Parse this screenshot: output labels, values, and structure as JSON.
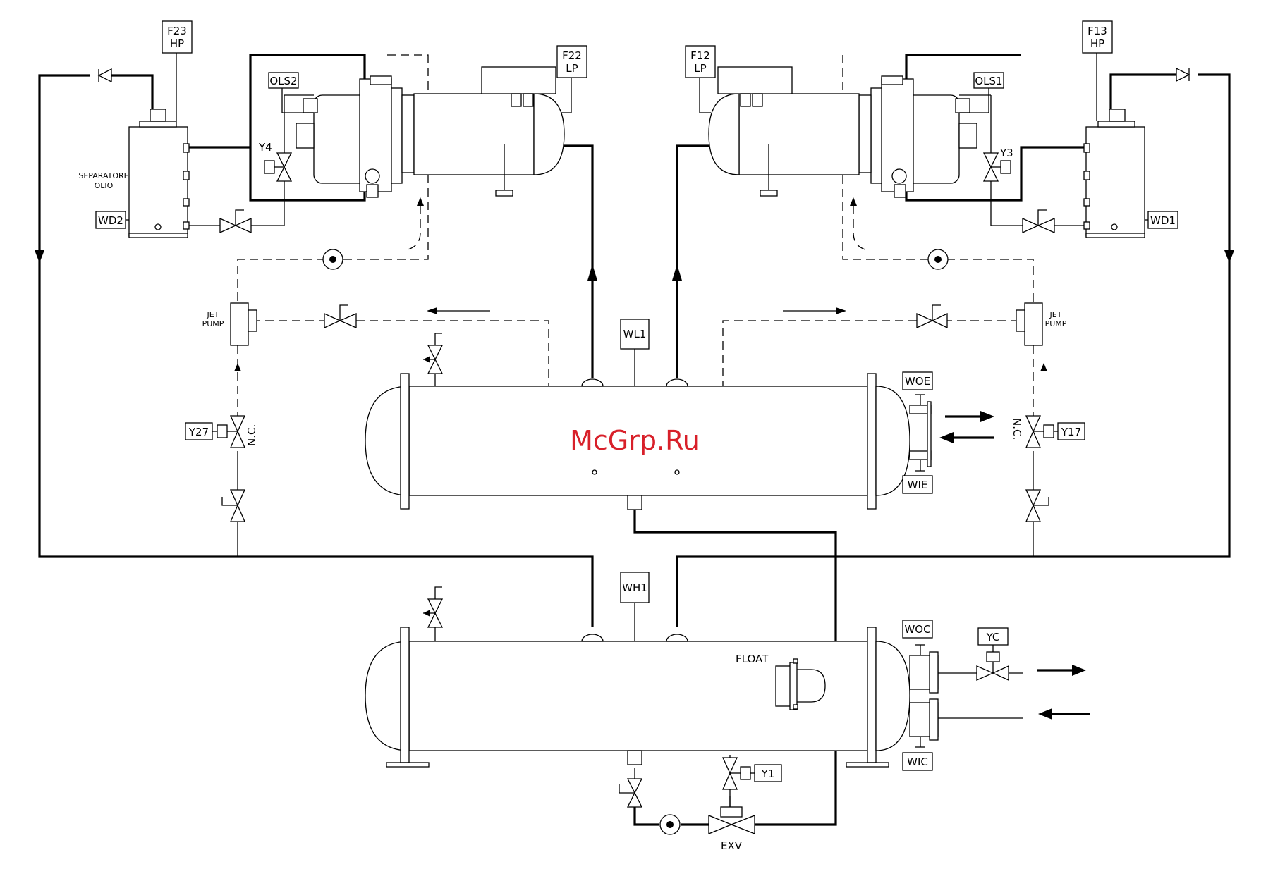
{
  "watermark": "McGrp.Ru",
  "component_labels": {
    "separatore_olio_1": "SEPARATORE",
    "separatore_olio_2": "OLIO",
    "jet_pump_left_1": "JET",
    "jet_pump_left_2": "PUMP",
    "jet_pump_right_1": "JET",
    "jet_pump_right_2": "PUMP",
    "float": "FLOAT",
    "exv": "EXV",
    "nc_left": "N.C.",
    "nc_right": "N.C."
  },
  "tags": {
    "f23": [
      "F23",
      "HP"
    ],
    "f22": [
      "F22",
      "LP"
    ],
    "f12": [
      "F12",
      "LP"
    ],
    "f13": [
      "F13",
      "HP"
    ],
    "ols2": "OLS2",
    "ols1": "OLS1",
    "y4": "Y4",
    "y3": "Y3",
    "wd2": "WD2",
    "wd1": "WD1",
    "wl1": "WL1",
    "woe": "WOE",
    "wie": "WIE",
    "y27": "Y27",
    "y17": "Y17",
    "wh1": "WH1",
    "woc": "WOC",
    "wic": "WIC",
    "yc": "YC",
    "y1": "Y1"
  },
  "colors": {
    "line": "#000000",
    "background": "#ffffff",
    "watermark": "#d8202a"
  }
}
